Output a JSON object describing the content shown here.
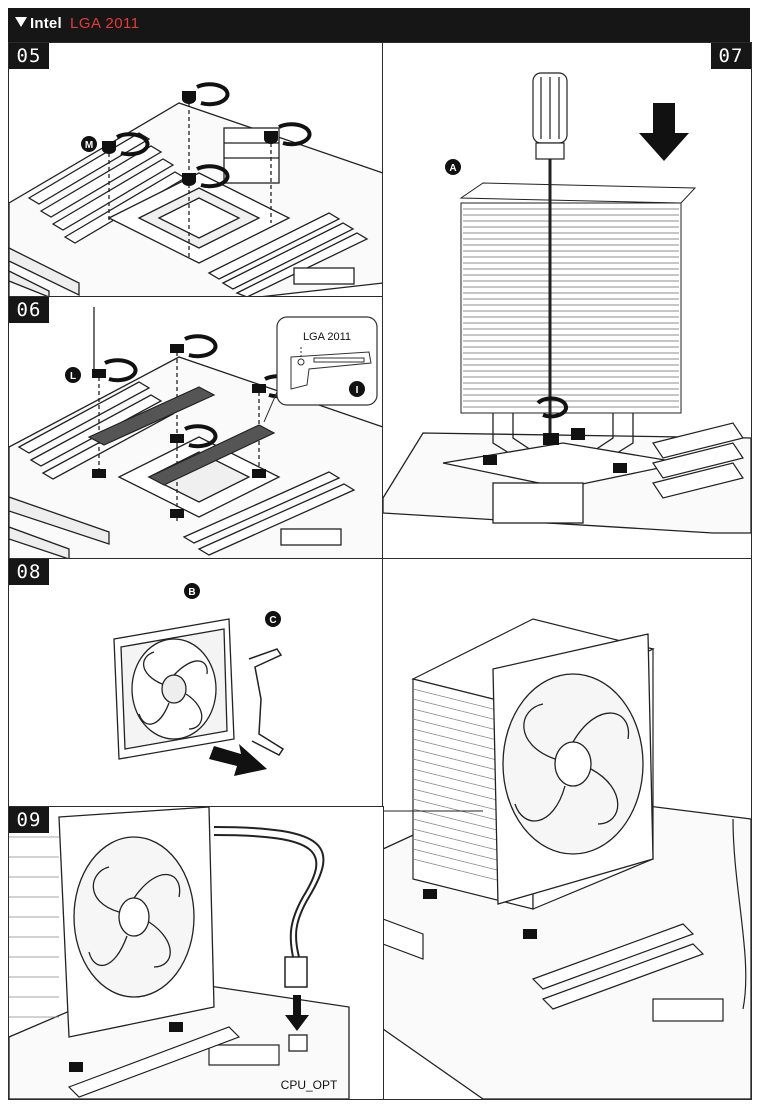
{
  "header": {
    "brand": "Intel",
    "socket": "LGA 2011",
    "accent_color": "#e53b37",
    "marker_icon": "triangle-down-icon"
  },
  "steps": {
    "s05": {
      "number": "05",
      "badge_m": "M"
    },
    "s06": {
      "number": "06",
      "badge_l": "L",
      "badge_i": "I",
      "callout_text": "LGA 2011"
    },
    "s07": {
      "number": "07",
      "badge_a": "A"
    },
    "s08": {
      "number": "08",
      "badge_b": "B",
      "badge_c": "C"
    },
    "s09": {
      "number": "09",
      "connector_label": "CPU_OPT"
    }
  }
}
